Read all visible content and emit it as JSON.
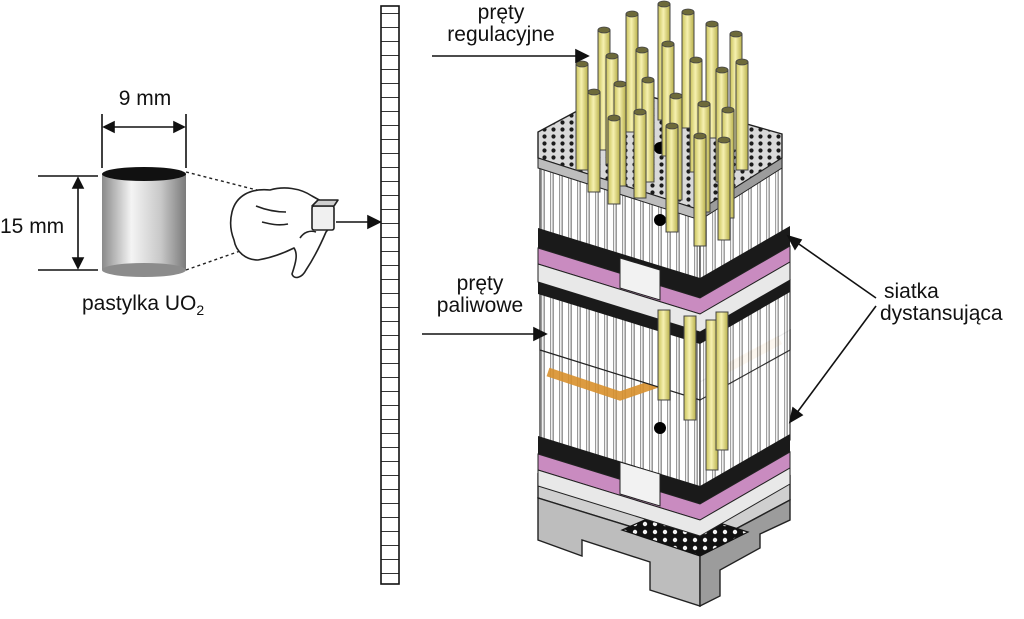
{
  "labels": {
    "width": "9 mm",
    "height": "15 mm",
    "pellet_prefix": "pastylka UO",
    "pellet_subscript": "2",
    "control_rods_line1": "pręty",
    "control_rods_line2": "regulacyjne",
    "fuel_rods_line1": "pręty",
    "fuel_rods_line2": "paliwowe",
    "spacer_grid_line1": "siatka",
    "spacer_grid_line2": "dystansująca"
  },
  "colors": {
    "control_rod": "#e8e28a",
    "spacer_band": "#c98bc0",
    "grid_black": "#1a1a1a",
    "plate": "#d8d8d8",
    "orange_band": "#d8902c"
  }
}
